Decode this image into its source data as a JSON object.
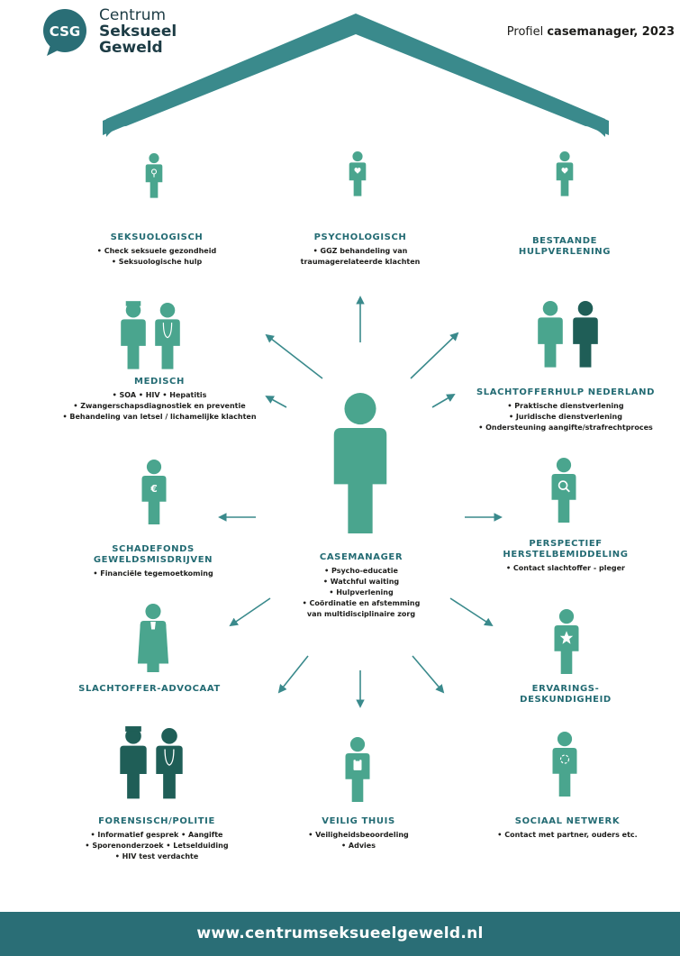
{
  "colors": {
    "teal": "#4aa58e",
    "dark_teal": "#1f5e57",
    "title_teal": "#236b73",
    "roof": "#3a8a8c",
    "footer": "#2a6e76"
  },
  "brand": {
    "badge": "CSG",
    "name_line1": "Centrum",
    "name_line2": "Seksueel",
    "name_line3": "Geweld"
  },
  "header": {
    "profile_prefix": "Profiel",
    "profile_bold": "casemanager, 2023"
  },
  "nodes": {
    "seksuologisch": {
      "title": "SEKSUOLOGISCH",
      "items": [
        "• Check seksuele gezondheid",
        "• Seksuologische hulp"
      ],
      "icon": "gender-symbol-icon"
    },
    "psychologisch": {
      "title": "PSYCHOLOGISCH",
      "items": [
        "• GGZ behandeling van",
        "traumagerelateerde klachten"
      ],
      "icon": "heart-icon"
    },
    "bestaande": {
      "title": [
        "BESTAANDE",
        "HULPVERLENING"
      ],
      "items": [],
      "icon": "heart-icon"
    },
    "medisch": {
      "title": "MEDISCH",
      "items": [
        "• SOA  • HIV  • Hepatitis",
        "• Zwangerschapsdiagnostiek en preventie",
        "• Behandeling van letsel / lichamelijke klachten"
      ],
      "icon": "nurse-doctor-icon"
    },
    "slachtofferhulp": {
      "title": "SLACHTOFFERHULP NEDERLAND",
      "items": [
        "• Praktische dienstverlening",
        "• Juridische dienstverlening",
        "• Ondersteuning aangifte/strafrechtproces"
      ],
      "icon": "two-people-holding-hands-icon"
    },
    "schadefonds": {
      "title": [
        "SCHADEFONDS",
        "GEWELDSMISDRIJVEN"
      ],
      "items": [
        "• Financiële tegemoetkoming"
      ],
      "icon": "euro-icon"
    },
    "casemanager": {
      "title": "CASEMANAGER",
      "items": [
        "• Psycho-educatie",
        "• Watchful waiting",
        "• Hulpverlening",
        "• Coördinatie en afstemming",
        "van multidisciplinaire zorg"
      ],
      "icon": "person-icon"
    },
    "perspectief": {
      "title": [
        "PERSPECTIEF",
        "HERSTELBEMIDDELING"
      ],
      "items": [
        "• Contact slachtoffer - pleger"
      ],
      "icon": "magnifier-icon"
    },
    "advocaat": {
      "title": "SLACHTOFFER-ADVOCAAT",
      "items": [],
      "icon": "lawyer-robe-icon"
    },
    "ervarings": {
      "title": [
        "ERVARINGS-",
        "DESKUNDIGHEID"
      ],
      "items": [],
      "icon": "star-icon"
    },
    "forensisch": {
      "title": "FORENSISCH/POLITIE",
      "items": [
        "• Informatief gesprek  • Aangifte",
        "• Sporenonderzoek  • Letselduiding",
        "• HIV test verdachte"
      ],
      "icon": "police-doctor-icon"
    },
    "veilig": {
      "title": "VEILIG THUIS",
      "items": [
        "• Veiligheidsbeoordeling",
        "• Advies"
      ],
      "icon": "clipboard-icon"
    },
    "sociaal": {
      "title": "SOCIAAL NETWERK",
      "items": [
        "• Contact met partner, ouders etc."
      ],
      "icon": "network-icon"
    }
  },
  "footer": {
    "url": "www.centrumseksueelgeweld.nl"
  }
}
